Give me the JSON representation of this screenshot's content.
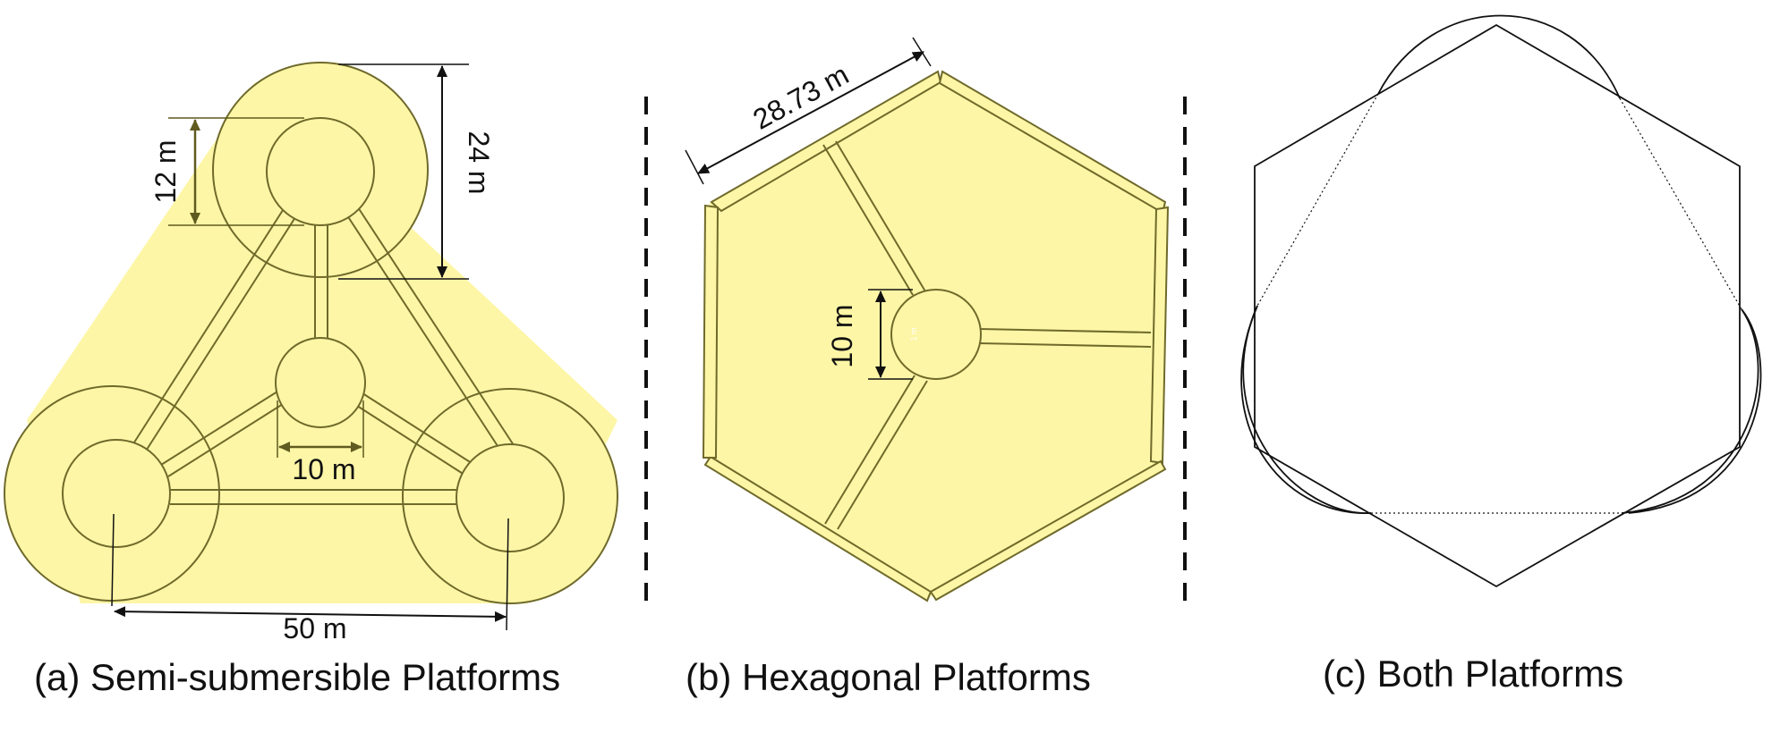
{
  "colors": {
    "fill": "#fdf6a6",
    "stroke": "#6f6a2b",
    "dim_olive": "#5f5a1f",
    "black": "#111111",
    "white": "#ffffff"
  },
  "panel_a": {
    "caption": "(a) Semi-submersible Platforms",
    "dim_12": "12 m",
    "dim_24": "24 m",
    "dim_10": "10 m",
    "dim_50": "50 m"
  },
  "panel_b": {
    "caption": "(b) Hexagonal Platforms",
    "dim_side": "28.73 m",
    "dim_10": "10 m",
    "center_tiny_label": "1 m"
  },
  "panel_c": {
    "caption": "(c) Both Platforms"
  }
}
